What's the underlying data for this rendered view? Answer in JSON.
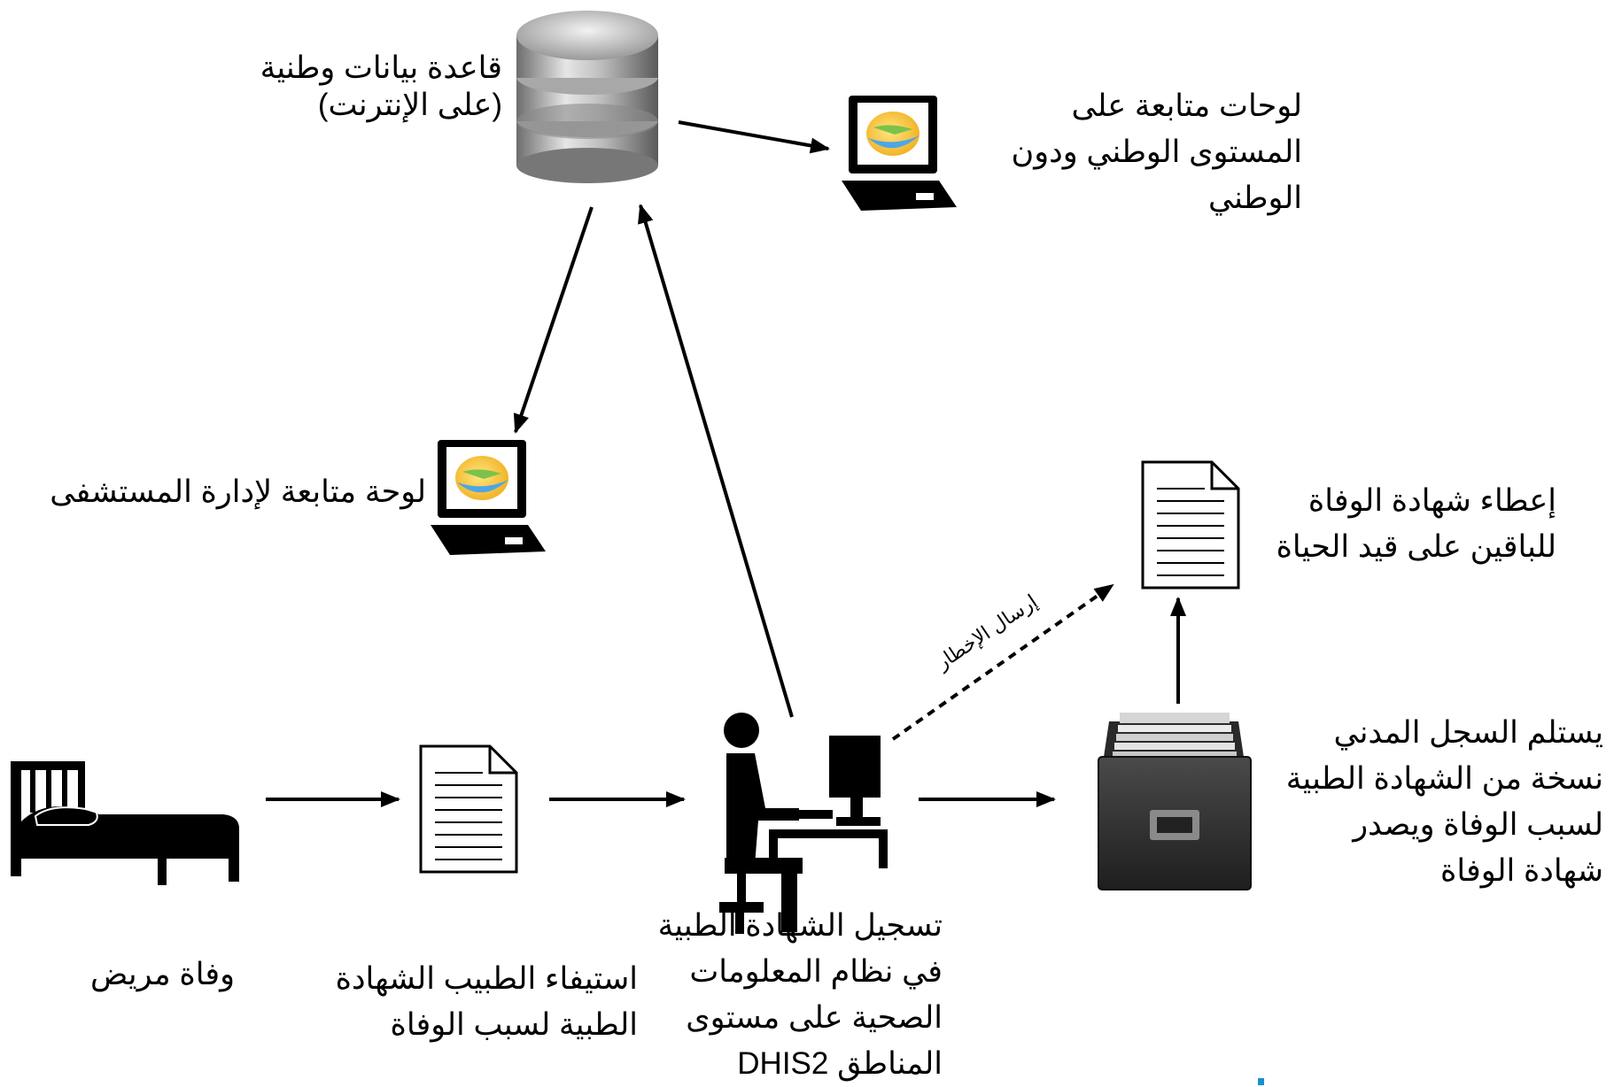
{
  "nodes": {
    "database": {
      "lines": [
        "قاعدة بيانات وطنية",
        "(على الإنترنت)"
      ]
    },
    "national_dashboards": {
      "lines": [
        "لوحات متابعة على",
        "المستوى الوطني ودون",
        "الوطني"
      ]
    },
    "hospital_dashboard": {
      "lines": [
        "لوحة متابعة لإدارة المستشفى"
      ]
    },
    "death_certificate_living": {
      "lines": [
        "إعطاء شهادة الوفاة",
        "للباقين على قيد الحياة"
      ]
    },
    "patient_death": {
      "lines": [
        "وفاة مريض"
      ]
    },
    "doctor_certificate": {
      "lines": [
        "استيفاء الطبيب الشهادة",
        "الطبية لسبب الوفاة"
      ]
    },
    "dhis2_registration": {
      "lines": [
        "تسجيل الشهادة الطبية",
        "في نظام المعلومات",
        "الصحية على مستوى",
        "المناطق DHIS2"
      ]
    },
    "civil_registry": {
      "lines": [
        "يستلم السجل المدني",
        "نسخة من الشهادة الطبية",
        "لسبب الوفاة ويصدر",
        "شهادة الوفاة"
      ]
    }
  },
  "edges": {
    "notification_label": "إرسال الإخطار"
  },
  "icons": {
    "database": "database-icon",
    "laptop": "laptop-chart-icon",
    "document": "document-icon",
    "bed": "bed-icon",
    "person_computer": "person-at-computer-icon",
    "file_drawer": "file-cabinet-icon"
  },
  "colors": {
    "accent": "#1a8fd0"
  }
}
